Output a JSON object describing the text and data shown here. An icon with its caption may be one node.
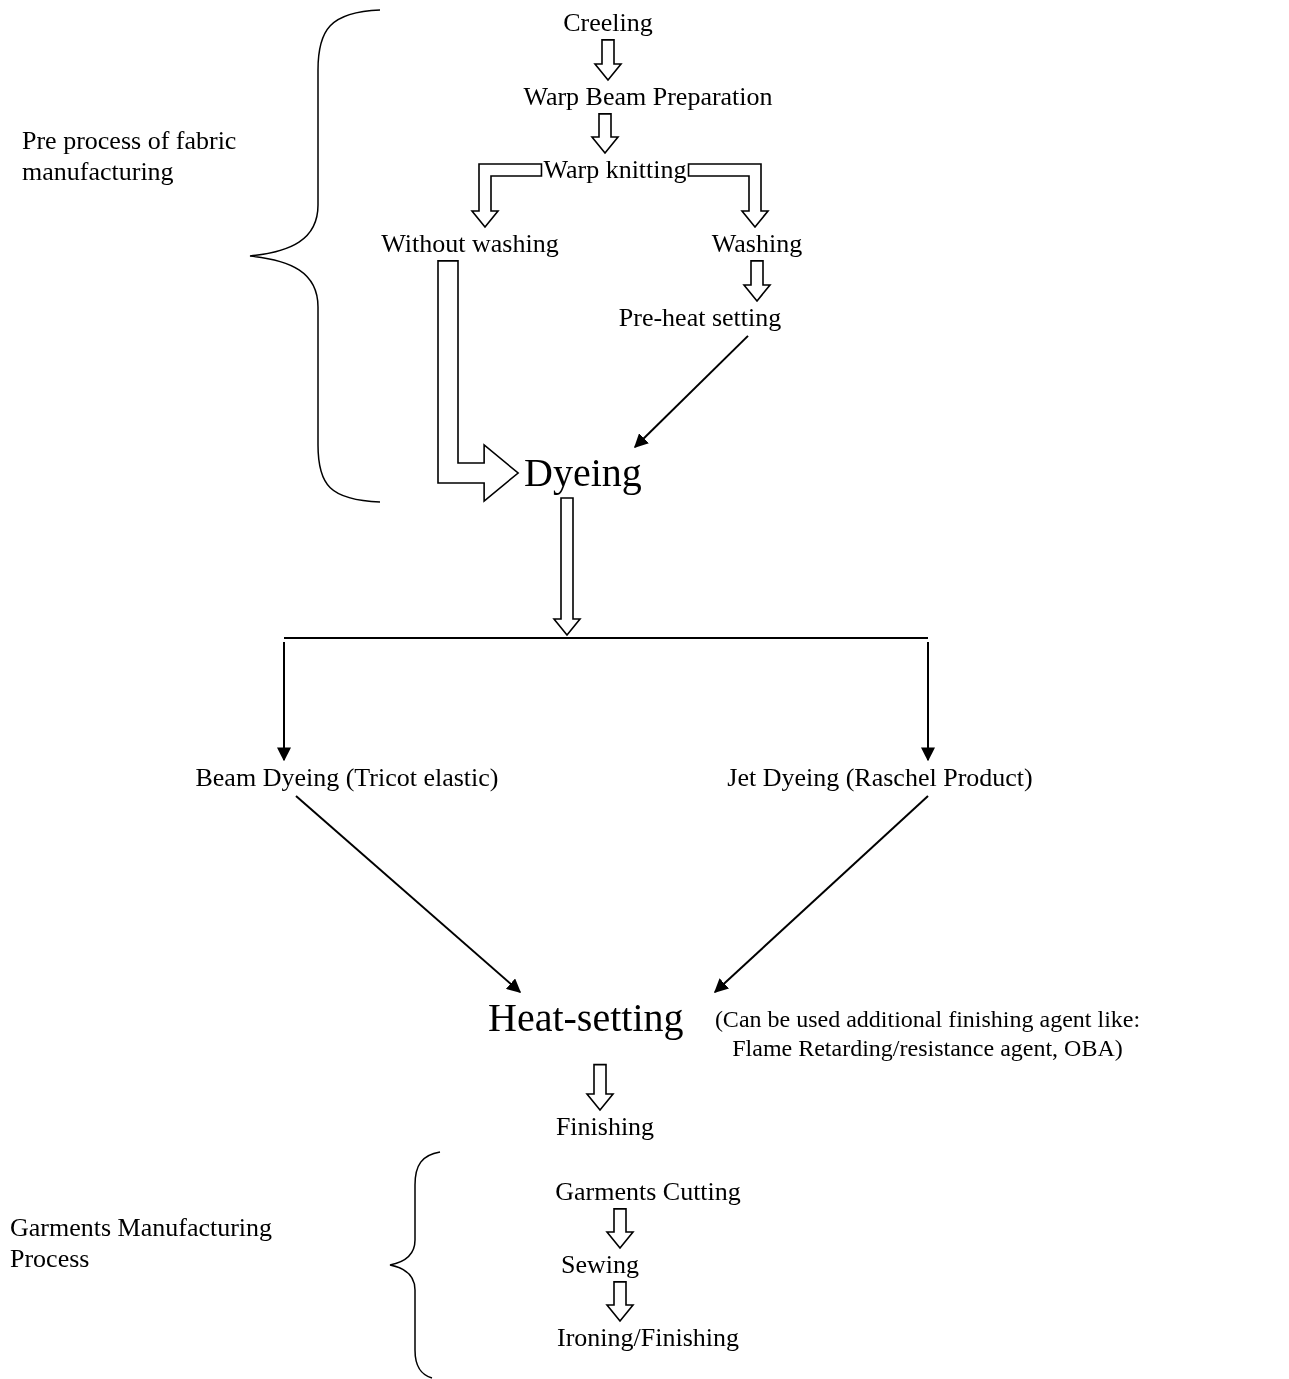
{
  "diagram": {
    "nodes": [
      {
        "text": [
          "Creeling"
        ]
      },
      {
        "text": [
          "Warp Beam Preparation"
        ]
      },
      {
        "text": [
          "Warp knitting"
        ]
      },
      {
        "text": [
          "Without washing"
        ]
      },
      {
        "text": [
          "Washing"
        ]
      },
      {
        "text": [
          "Pre-heat setting"
        ]
      },
      {
        "text": [
          "Dyeing"
        ]
      },
      {
        "text": [],
        "shape": "bar"
      },
      {
        "text": [
          "Beam Dyeing (Tricot elastic)"
        ]
      },
      {
        "text": [
          "Jet Dyeing (Raschel Product)"
        ]
      },
      {
        "text": [
          "Heat-setting",
          "(Can be used additional finishing agent like: Flame Retarding/resistance agent, OBA)"
        ]
      },
      {
        "text": [
          "Finishing"
        ]
      },
      {
        "text": [
          "Garments Cutting"
        ]
      },
      {
        "text": [
          "Sewing"
        ]
      },
      {
        "text": [
          "Ironing/Finishing"
        ]
      }
    ],
    "edges": [
      {
        "from": 0,
        "to": 1,
        "arrow": "to",
        "style": "thick"
      },
      {
        "from": 1,
        "to": 2,
        "arrow": "to",
        "style": "thick"
      },
      {
        "from": 2,
        "to": 3,
        "arrow": "to",
        "style": "thick"
      },
      {
        "from": 2,
        "to": 4,
        "arrow": "to",
        "style": "thick"
      },
      {
        "from": 4,
        "to": 5,
        "arrow": "to",
        "style": "thick"
      },
      {
        "from": 3,
        "to": 6,
        "arrow": "to",
        "style": "thick"
      },
      {
        "from": 5,
        "to": 6,
        "arrow": "to"
      },
      {
        "from": 6,
        "to": 7,
        "arrow": "to",
        "style": "thick"
      },
      {
        "from": 7,
        "to": 8,
        "arrow": "to"
      },
      {
        "from": 7,
        "to": 9,
        "arrow": "to"
      },
      {
        "from": 8,
        "to": 10,
        "arrow": "to"
      },
      {
        "from": 9,
        "to": 10,
        "arrow": "to"
      },
      {
        "from": 10,
        "to": 11,
        "arrow": "to",
        "style": "thick"
      },
      {
        "from": 12,
        "to": 13,
        "arrow": "to",
        "style": "thick"
      },
      {
        "from": 13,
        "to": 14,
        "arrow": "to",
        "style": "thick"
      }
    ],
    "labels": [
      "Pre process of fabric manufacturing",
      "Garments Manufacturing Process"
    ]
  }
}
